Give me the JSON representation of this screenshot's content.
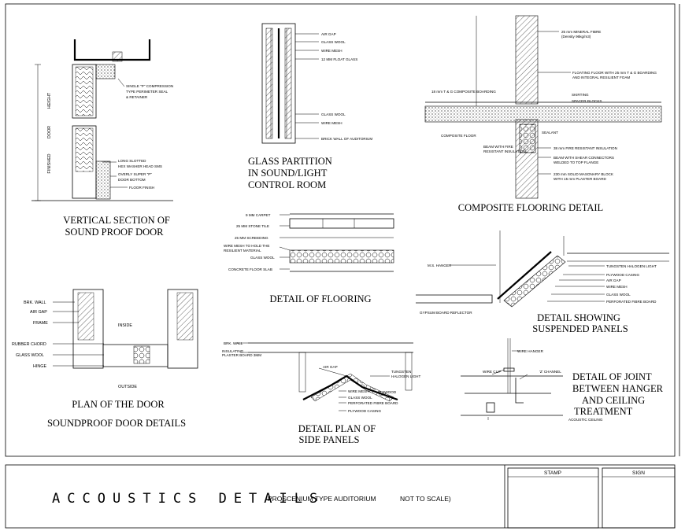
{
  "door_section": {
    "caption_line1": "VERTICAL SECTION OF",
    "caption_line2": "SOUND PROOF DOOR",
    "height_words": [
      "HEIGHT",
      "DOOR",
      "FINISHED"
    ],
    "notes": [
      "SINGLE \"P\" COMPRESSION",
      "TYPE PERIMETER SEAL",
      "& RETAINER",
      "LONG SLOTTED",
      "HEX WASHER HEAD SMS",
      "OVERLY SUPER \"P\"",
      "DOOR BOTTOM",
      "FLOOR FINISH"
    ]
  },
  "glass_partition": {
    "caption_line1": "GLASS PARTITION",
    "caption_line2": "IN SOUND/LIGHT",
    "caption_line3": "CONTROL ROOM",
    "notes": [
      "AIR GAP",
      "GLASS WOOL",
      "WIRE MESH",
      "12 MM FLOAT GLASS",
      "GLASS WOOL",
      "WIRE MESH",
      "BRICK WALL OF AUDITORIUM"
    ]
  },
  "composite_flooring": {
    "caption": "COMPOSITE FLOORING DETAIL",
    "notes": [
      "25 mm MINERAL FIBRE",
      "(Density 96kg/m3)",
      "FLOATING FLOOR WITH 25 mm T & G BOARDING",
      "AND INTEGRAL RESILIENT FOAM",
      "18 mm T & G COMPOSITE BOARDING",
      "SKIRTING",
      "SPACER BLOCKS",
      "SEALANT",
      "COMPOSITE FLOOR",
      "BEAM WITH FIRE",
      "RESISTANT INSULATION",
      "38 mm FIRE RESISTANT INSULATION",
      "BEAM WITH SHEAR CONNECTORS",
      "WELDED TO TOP FLANGE",
      "230 mm SOLID MASONARY BLOCK",
      "WITH 15 mm PLASTER BOARD"
    ]
  },
  "flooring_detail": {
    "caption": "DETAIL OF FLOORING",
    "notes": [
      "9 MM CARPET",
      "25 MM STONE TILE",
      "25 MM SCREEDING",
      "WIRE MESH TO HOLD THE",
      "RESILIENT MATERIAL",
      "GLASS WOOL",
      "CONCRETE FLOOR SLAB"
    ]
  },
  "suspended_panels": {
    "caption_line1": "DETAIL SHOWING",
    "caption_line2": "SUSPENDED PANELS",
    "notes": [
      "M.S. HANGER",
      "TUNGSTEN HALOGEN LIGHT",
      "PLYWOOD CASING",
      "AIR GAP",
      "WIRE MESH",
      "GLASS WOOL",
      "PERFORATED FIBRE BOARD",
      "GYPSUM BOARD REFLECTOR"
    ]
  },
  "door_plan": {
    "caption_line1": "PLAN OF THE DOOR",
    "caption_line2": "SOUNDPROOF DOOR DETAILS",
    "notes": [
      "BRK. WALL",
      "AIR GAP",
      "FRAME",
      "INSIDE",
      "RUBBER CHORD",
      "GLASS WOOL",
      "HINGE",
      "OUTSIDE"
    ]
  },
  "side_panels": {
    "caption_line1": "DETAIL PLAN OF",
    "caption_line2": "SIDE PANELS",
    "notes": [
      "BRK. WALL",
      "INSULATING",
      "PLASTER BOARD 3MM",
      "AIR GAP",
      "TUNGSTEN",
      "HALOGEN LIGHT",
      "PLYWOOD",
      "WIRE MESH",
      "GLASS WOOL",
      "PERFORATED FIBRE BOARD",
      "PLYWOOD CASING"
    ]
  },
  "hanger_joint": {
    "caption_line1": "DETAIL OF JOINT",
    "caption_line2": "BETWEEN HANGER",
    "caption_line3": "AND CEILING",
    "caption_line4": "TREATMENT",
    "notes": [
      "WIRE HANGER",
      "WIRE CLIP",
      "'Z' CHANNEL",
      "ACOUSTIC CEILING"
    ]
  },
  "title_block": {
    "title": "ACCOUSTICS DETAILS",
    "subtitle": "PROSCENIUM TYPE AUDITORIUM",
    "scale_note": "NOT TO SCALE)",
    "stamp_label": "STAMP",
    "sign_label": "SIGN"
  }
}
